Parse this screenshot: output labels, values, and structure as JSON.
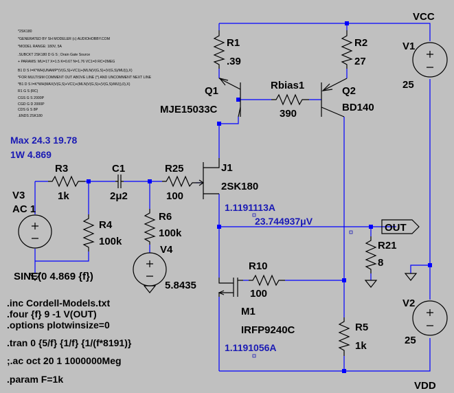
{
  "colors": {
    "background": "#c0c0c0",
    "wire": "#0000ff",
    "component": "#000000",
    "annotation": "#1a1ab4"
  },
  "rails": {
    "vcc": "VCC",
    "vdd": "VDD"
  },
  "components": {
    "r1": {
      "name": "R1",
      "value": ".39"
    },
    "r2": {
      "name": "R2",
      "value": "27"
    },
    "q1": {
      "name": "Q1",
      "model": "MJE15033C"
    },
    "q2": {
      "name": "Q2",
      "model": "BD140"
    },
    "rbias1": {
      "name": "Rbias1",
      "value": "390"
    },
    "v1": {
      "name": "V1",
      "value": "25"
    },
    "v2": {
      "name": "V2",
      "value": "25"
    },
    "j1": {
      "name": "J1",
      "model": "2SK180"
    },
    "r3": {
      "name": "R3",
      "value": "1k"
    },
    "c1": {
      "name": "C1",
      "value": "2μ2"
    },
    "r25": {
      "name": "R25",
      "value": "100"
    },
    "r4": {
      "name": "R4",
      "value": "100k"
    },
    "r6": {
      "name": "R6",
      "value": "100k"
    },
    "v3": {
      "name": "V3",
      "value": "AC 1",
      "source": "SINE(0 4.869 {f})"
    },
    "v4": {
      "name": "V4",
      "value": "5.8435"
    },
    "r21": {
      "name": "R21",
      "value": "8"
    },
    "r10": {
      "name": "R10",
      "value": "100"
    },
    "m1": {
      "name": "M1",
      "model": "IRFP9240C"
    },
    "r5": {
      "name": "R5",
      "value": "1k"
    }
  },
  "net_labels": {
    "out": "OUT"
  },
  "annotations": {
    "max": "Max  24.3   19.78",
    "power": "1W   4.869",
    "j1_current": "1.1191113A",
    "out_voltage": "23.744937μV",
    "m1_current": "1.1191056A"
  },
  "directives": [
    ".inc Cordell-Models.txt",
    ".four {f} 9 -1 V(OUT)",
    ".options plotwinsize=0",
    ".tran 0 {5/f} {1/f} {1/(f*8191)}",
    ";.ac oct 20 1 1000000Meg",
    ".param F=1k"
  ],
  "model_comment": [
    "*2SK180",
    "*GENERATED BY SH MODELER (c) AUDIOHOBBY.COM",
    "*MODEL RANGE: 180V, 5A",
    ".SUBCKT 2SK180 D G S ; Drain Gate Source",
    "+ PARAMS: MU=17 X=1.5 K=0.67 N=1.76 VC1=0 RC=2MEG",
    "B1 D S I=K*WH(UNAMP*(V(G,S)+VC1)+(MLN(V(G,S)+(V(G,S)/MU))),X)",
    "*FOR MULTISIM COMMENT OUT ABOVE LINE (*) AND UNCOMMENT NEXT LINE",
    "*B1 D S I=K*WH(MAX(V(G,S)+VC1)+(MLN(V(G,S)+(V(G,S)/MU)),0),X)",
    "R1 G S (RC)",
    "CGS G S 2000P",
    "CGD G D 2000P",
    "CDS G S 8P",
    ".ENDS 2SK180"
  ]
}
